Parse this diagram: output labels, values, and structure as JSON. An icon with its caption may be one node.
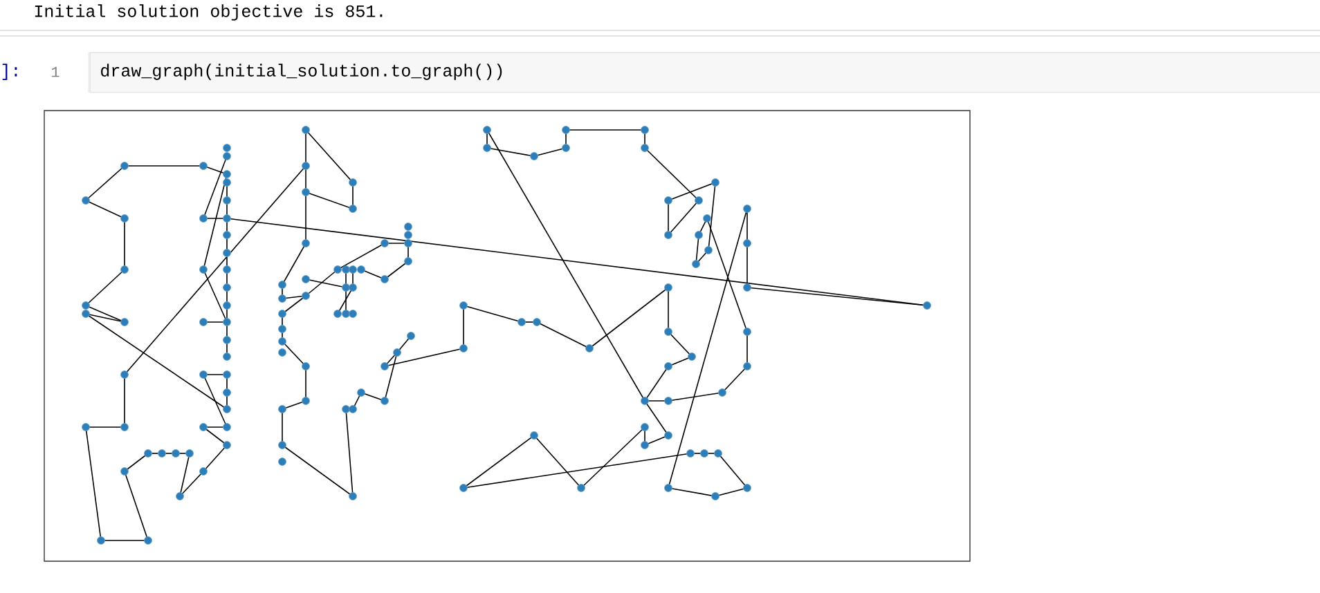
{
  "diagram": {
    "nodes": [
      {
        "text": [],
        "shape": "circle"
      },
      {
        "text": [],
        "shape": "circle"
      },
      {
        "text": [],
        "shape": "circle"
      },
      {
        "text": [],
        "shape": "circle"
      },
      {
        "text": [],
        "shape": "circle"
      },
      {
        "text": [],
        "shape": "circle"
      },
      {
        "text": [],
        "shape": "circle"
      },
      {
        "text": [],
        "shape": "circle"
      },
      {
        "text": [],
        "shape": "circle"
      },
      {
        "text": [],
        "shape": "circle"
      },
      {
        "text": [],
        "shape": "circle"
      },
      {
        "text": [],
        "shape": "circle"
      },
      {
        "text": [],
        "shape": "circle"
      },
      {
        "text": [],
        "shape": "circle"
      },
      {
        "text": [],
        "shape": "circle"
      },
      {
        "text": [],
        "shape": "circle"
      },
      {
        "text": [],
        "shape": "circle"
      },
      {
        "text": [],
        "shape": "circle"
      },
      {
        "text": [],
        "shape": "circle"
      },
      {
        "text": [],
        "shape": "circle"
      },
      {
        "text": [],
        "shape": "circle"
      },
      {
        "text": [],
        "shape": "circle"
      },
      {
        "text": [],
        "shape": "circle"
      },
      {
        "text": [],
        "shape": "circle"
      },
      {
        "text": [],
        "shape": "circle"
      },
      {
        "text": [],
        "shape": "circle"
      },
      {
        "text": [],
        "shape": "circle"
      },
      {
        "text": [],
        "shape": "circle"
      },
      {
        "text": [],
        "shape": "circle"
      },
      {
        "text": [],
        "shape": "circle"
      },
      {
        "text": [],
        "shape": "circle"
      },
      {
        "text": [],
        "shape": "circle"
      },
      {
        "text": [],
        "shape": "circle"
      },
      {
        "text": [],
        "shape": "circle"
      },
      {
        "text": [],
        "shape": "circle"
      },
      {
        "text": [],
        "shape": "circle"
      },
      {
        "text": [],
        "shape": "circle"
      },
      {
        "text": [],
        "shape": "circle"
      },
      {
        "text": [],
        "shape": "circle"
      },
      {
        "text": [],
        "shape": "circle"
      },
      {
        "text": [],
        "shape": "circle"
      },
      {
        "text": [],
        "shape": "circle"
      },
      {
        "text": [],
        "shape": "circle"
      },
      {
        "text": [],
        "shape": "circle"
      },
      {
        "text": [],
        "shape": "circle"
      },
      {
        "text": [],
        "shape": "circle"
      },
      {
        "text": [],
        "shape": "circle"
      },
      {
        "text": [],
        "shape": "circle"
      },
      {
        "text": [],
        "shape": "circle"
      },
      {
        "text": [],
        "shape": "circle"
      },
      {
        "text": [],
        "shape": "circle"
      },
      {
        "text": [],
        "shape": "circle"
      },
      {
        "text": [],
        "shape": "circle"
      },
      {
        "text": [],
        "shape": "circle"
      },
      {
        "text": [],
        "shape": "circle"
      },
      {
        "text": [],
        "shape": "circle"
      },
      {
        "text": [],
        "shape": "circle"
      },
      {
        "text": [],
        "shape": "circle"
      },
      {
        "text": [],
        "shape": "circle"
      },
      {
        "text": [],
        "shape": "circle"
      },
      {
        "text": [],
        "shape": "circle"
      },
      {
        "text": [],
        "shape": "circle"
      },
      {
        "text": [],
        "shape": "circle"
      },
      {
        "text": [],
        "shape": "circle"
      },
      {
        "text": [],
        "shape": "circle"
      },
      {
        "text": [],
        "shape": "circle"
      },
      {
        "text": [],
        "shape": "circle"
      },
      {
        "text": [],
        "shape": "circle"
      },
      {
        "text": [],
        "shape": "circle"
      },
      {
        "text": [],
        "shape": "circle"
      },
      {
        "text": [],
        "shape": "circle"
      },
      {
        "text": [],
        "shape": "circle"
      },
      {
        "text": [],
        "shape": "circle"
      },
      {
        "text": [],
        "shape": "circle"
      },
      {
        "text": [],
        "shape": "circle"
      },
      {
        "text": [],
        "shape": "circle"
      },
      {
        "text": [],
        "shape": "circle"
      },
      {
        "text": [],
        "shape": "circle"
      },
      {
        "text": [],
        "shape": "circle"
      },
      {
        "text": [],
        "shape": "circle"
      },
      {
        "text": [],
        "shape": "circle"
      },
      {
        "text": [],
        "shape": "circle"
      },
      {
        "text": [],
        "shape": "circle"
      },
      {
        "text": [],
        "shape": "circle"
      },
      {
        "text": [],
        "shape": "circle"
      },
      {
        "text": [],
        "shape": "circle"
      },
      {
        "text": [],
        "shape": "circle"
      },
      {
        "text": [],
        "shape": "circle"
      },
      {
        "text": [],
        "shape": "circle"
      },
      {
        "text": [],
        "shape": "circle"
      },
      {
        "text": [],
        "shape": "circle"
      },
      {
        "text": [],
        "shape": "circle"
      },
      {
        "text": [],
        "shape": "circle"
      },
      {
        "text": [],
        "shape": "circle"
      },
      {
        "text": [],
        "shape": "circle"
      },
      {
        "text": [],
        "shape": "circle"
      },
      {
        "text": [],
        "shape": "circle"
      },
      {
        "text": [],
        "shape": "circle"
      },
      {
        "text": [],
        "shape": "circle"
      },
      {
        "text": [],
        "shape": "circle"
      },
      {
        "text": [],
        "shape": "circle"
      },
      {
        "text": [],
        "shape": "circle"
      },
      {
        "text": [],
        "shape": "circle"
      },
      {
        "text": [],
        "shape": "circle"
      },
      {
        "text": [],
        "shape": "circle"
      },
      {
        "text": [],
        "shape": "circle"
      },
      {
        "text": [],
        "shape": "circle"
      },
      {
        "text": [],
        "shape": "circle"
      },
      {
        "text": [],
        "shape": "circle"
      },
      {
        "text": [],
        "shape": "circle"
      },
      {
        "text": [],
        "shape": "circle"
      },
      {
        "text": [],
        "shape": "circle"
      },
      {
        "text": [],
        "shape": "circle"
      },
      {
        "text": [],
        "shape": "circle"
      },
      {
        "text": [],
        "shape": "circle"
      },
      {
        "text": [],
        "shape": "circle"
      },
      {
        "text": [],
        "shape": "circle"
      },
      {
        "text": [],
        "shape": "circle"
      },
      {
        "text": [],
        "shape": "circle"
      },
      {
        "text": [],
        "shape": "circle"
      },
      {
        "text": [],
        "shape": "circle"
      },
      {
        "text": [],
        "shape": "circle"
      },
      {
        "text": [],
        "shape": "circle"
      },
      {
        "text": [],
        "shape": "circle"
      },
      {
        "text": [],
        "shape": "circle"
      },
      {
        "text": [],
        "shape": "circle"
      },
      {
        "text": [],
        "shape": "circle"
      },
      {
        "text": [],
        "shape": "circle"
      },
      {
        "text": [],
        "shape": "circle"
      },
      {
        "text": [],
        "shape": "circle"
      },
      {
        "text": [],
        "shape": "circle"
      }
    ],
    "edges": [
      {
        "from": 6,
        "to": 0,
        "arrow": "none"
      },
      {
        "from": 0,
        "to": 1,
        "arrow": "none"
      },
      {
        "from": 1,
        "to": 4,
        "arrow": "none"
      },
      {
        "from": 9,
        "to": 3,
        "arrow": "none"
      },
      {
        "from": 14,
        "to": 4,
        "arrow": "none"
      },
      {
        "from": 5,
        "to": 7,
        "arrow": "none"
      },
      {
        "from": 7,
        "to": 10,
        "arrow": "none"
      },
      {
        "from": 10,
        "to": 11,
        "arrow": "none"
      },
      {
        "from": 11,
        "to": 12,
        "arrow": "none"
      },
      {
        "from": 12,
        "to": 15,
        "arrow": "none"
      },
      {
        "from": 15,
        "to": 16,
        "arrow": "none"
      },
      {
        "from": 16,
        "to": 19,
        "arrow": "none"
      },
      {
        "from": 19,
        "to": 22,
        "arrow": "none"
      },
      {
        "from": 22,
        "to": 23,
        "arrow": "none"
      },
      {
        "from": 23,
        "to": 24,
        "arrow": "none"
      },
      {
        "from": 9,
        "to": 10,
        "arrow": "none"
      },
      {
        "from": 10,
        "to": 130,
        "arrow": "none"
      },
      {
        "from": 8,
        "to": 13,
        "arrow": "none"
      },
      {
        "from": 6,
        "to": 8,
        "arrow": "none"
      },
      {
        "from": 17,
        "to": 13,
        "arrow": "none"
      },
      {
        "from": 18,
        "to": 20,
        "arrow": "none"
      },
      {
        "from": 17,
        "to": 20,
        "arrow": "none"
      },
      {
        "from": 14,
        "to": 22,
        "arrow": "none"
      },
      {
        "from": 21,
        "to": 22,
        "arrow": "none"
      },
      {
        "from": 25,
        "to": 45,
        "arrow": "none"
      },
      {
        "from": 18,
        "to": 29,
        "arrow": "none"
      },
      {
        "from": 26,
        "to": 27,
        "arrow": "none"
      },
      {
        "from": 27,
        "to": 28,
        "arrow": "none"
      },
      {
        "from": 28,
        "to": 29,
        "arrow": "none"
      },
      {
        "from": 26,
        "to": 33,
        "arrow": "none"
      },
      {
        "from": 32,
        "to": 33,
        "arrow": "none"
      },
      {
        "from": 32,
        "to": 34,
        "arrow": "none"
      },
      {
        "from": 34,
        "to": 40,
        "arrow": "none"
      },
      {
        "from": 40,
        "to": 41,
        "arrow": "none"
      },
      {
        "from": 41,
        "to": 38,
        "arrow": "none"
      },
      {
        "from": 38,
        "to": 37,
        "arrow": "none"
      },
      {
        "from": 37,
        "to": 36,
        "arrow": "none"
      },
      {
        "from": 36,
        "to": 35,
        "arrow": "none"
      },
      {
        "from": 35,
        "to": 39,
        "arrow": "none"
      },
      {
        "from": 39,
        "to": 43,
        "arrow": "none"
      },
      {
        "from": 43,
        "to": 42,
        "arrow": "none"
      },
      {
        "from": 42,
        "to": 30,
        "arrow": "none"
      },
      {
        "from": 30,
        "to": 31,
        "arrow": "none"
      },
      {
        "from": 31,
        "to": 25,
        "arrow": "none"
      },
      {
        "from": 44,
        "to": 45,
        "arrow": "none"
      },
      {
        "from": 45,
        "to": 47,
        "arrow": "none"
      },
      {
        "from": 47,
        "to": 51,
        "arrow": "none"
      },
      {
        "from": 44,
        "to": 46,
        "arrow": "none"
      },
      {
        "from": 46,
        "to": 48,
        "arrow": "none"
      },
      {
        "from": 48,
        "to": 47,
        "arrow": "none"
      },
      {
        "from": 51,
        "to": 61,
        "arrow": "none"
      },
      {
        "from": 61,
        "to": 64,
        "arrow": "none"
      },
      {
        "from": 64,
        "to": 65,
        "arrow": "none"
      },
      {
        "from": 60,
        "to": 62,
        "arrow": "none"
      },
      {
        "from": 66,
        "to": 65,
        "arrow": "none"
      },
      {
        "from": 65,
        "to": 55,
        "arrow": "none"
      },
      {
        "from": 55,
        "to": 52,
        "arrow": "none"
      },
      {
        "from": 52,
        "to": 53,
        "arrow": "none"
      },
      {
        "from": 53,
        "to": 54,
        "arrow": "none"
      },
      {
        "from": 54,
        "to": 59,
        "arrow": "none"
      },
      {
        "from": 59,
        "to": 58,
        "arrow": "none"
      },
      {
        "from": 56,
        "to": 62,
        "arrow": "none"
      },
      {
        "from": 62,
        "to": 68,
        "arrow": "none"
      },
      {
        "from": 57,
        "to": 63,
        "arrow": "none"
      },
      {
        "from": 63,
        "to": 67,
        "arrow": "none"
      },
      {
        "from": 66,
        "to": 70,
        "arrow": "none"
      },
      {
        "from": 70,
        "to": 71,
        "arrow": "none"
      },
      {
        "from": 71,
        "to": 74,
        "arrow": "none"
      },
      {
        "from": 74,
        "to": 78,
        "arrow": "none"
      },
      {
        "from": 78,
        "to": 79,
        "arrow": "none"
      },
      {
        "from": 79,
        "to": 83,
        "arrow": "none"
      },
      {
        "from": 83,
        "to": 85,
        "arrow": "none"
      },
      {
        "from": 85,
        "to": 80,
        "arrow": "none"
      },
      {
        "from": 81,
        "to": 77,
        "arrow": "none"
      },
      {
        "from": 77,
        "to": 82,
        "arrow": "none"
      },
      {
        "from": 82,
        "to": 75,
        "arrow": "none"
      },
      {
        "from": 75,
        "to": 72,
        "arrow": "none"
      },
      {
        "from": 75,
        "to": 76,
        "arrow": "none"
      },
      {
        "from": 76,
        "to": 110,
        "arrow": "none"
      },
      {
        "from": 86,
        "to": 89,
        "arrow": "none"
      },
      {
        "from": 89,
        "to": 90,
        "arrow": "none"
      },
      {
        "from": 90,
        "to": 91,
        "arrow": "none"
      },
      {
        "from": 91,
        "to": 87,
        "arrow": "none"
      },
      {
        "from": 87,
        "to": 88,
        "arrow": "none"
      },
      {
        "from": 88,
        "to": 92,
        "arrow": "none"
      },
      {
        "from": 92,
        "to": 95,
        "arrow": "none"
      },
      {
        "from": 95,
        "to": 99,
        "arrow": "none"
      },
      {
        "from": 99,
        "to": 94,
        "arrow": "none"
      },
      {
        "from": 94,
        "to": 93,
        "arrow": "none"
      },
      {
        "from": 93,
        "to": 100,
        "arrow": "none"
      },
      {
        "from": 100,
        "to": 101,
        "arrow": "none"
      },
      {
        "from": 101,
        "to": 98,
        "arrow": "none"
      },
      {
        "from": 98,
        "to": 97,
        "arrow": "none"
      },
      {
        "from": 97,
        "to": 109,
        "arrow": "none"
      },
      {
        "from": 109,
        "to": 114,
        "arrow": "none"
      },
      {
        "from": 114,
        "to": 115,
        "arrow": "none"
      },
      {
        "from": 115,
        "to": 117,
        "arrow": "none"
      },
      {
        "from": 117,
        "to": 116,
        "arrow": "none"
      },
      {
        "from": 116,
        "to": 113,
        "arrow": "none"
      },
      {
        "from": 113,
        "to": 112,
        "arrow": "none"
      },
      {
        "from": 112,
        "to": 108,
        "arrow": "none"
      },
      {
        "from": 108,
        "to": 104,
        "arrow": "none"
      },
      {
        "from": 104,
        "to": 111,
        "arrow": "none"
      },
      {
        "from": 111,
        "to": 107,
        "arrow": "none"
      },
      {
        "from": 107,
        "to": 106,
        "arrow": "none"
      },
      {
        "from": 106,
        "to": 105,
        "arrow": "none"
      },
      {
        "from": 105,
        "to": 110,
        "arrow": "none"
      },
      {
        "from": 86,
        "to": 116,
        "arrow": "none"
      },
      {
        "from": 116,
        "to": 119,
        "arrow": "none"
      },
      {
        "from": 119,
        "to": 120,
        "arrow": "none"
      },
      {
        "from": 120,
        "to": 118,
        "arrow": "none"
      },
      {
        "from": 118,
        "to": 126,
        "arrow": "none"
      },
      {
        "from": 126,
        "to": 121,
        "arrow": "none"
      },
      {
        "from": 121,
        "to": 125,
        "arrow": "none"
      },
      {
        "from": 125,
        "to": 122,
        "arrow": "none"
      },
      {
        "from": 122,
        "to": 123,
        "arrow": "none"
      },
      {
        "from": 123,
        "to": 124,
        "arrow": "none"
      },
      {
        "from": 124,
        "to": 128,
        "arrow": "none"
      },
      {
        "from": 128,
        "to": 129,
        "arrow": "none"
      },
      {
        "from": 129,
        "to": 127,
        "arrow": "none"
      },
      {
        "from": 127,
        "to": 96,
        "arrow": "none"
      },
      {
        "from": 96,
        "to": 102,
        "arrow": "none"
      },
      {
        "from": 102,
        "to": 103,
        "arrow": "none"
      },
      {
        "from": 103,
        "to": 130,
        "arrow": "none"
      }
    ],
    "labels": [
      "Initial solution objective is 851.",
      "]:",
      "1",
      "draw_graph(initial_solution.to_graph())"
    ]
  }
}
